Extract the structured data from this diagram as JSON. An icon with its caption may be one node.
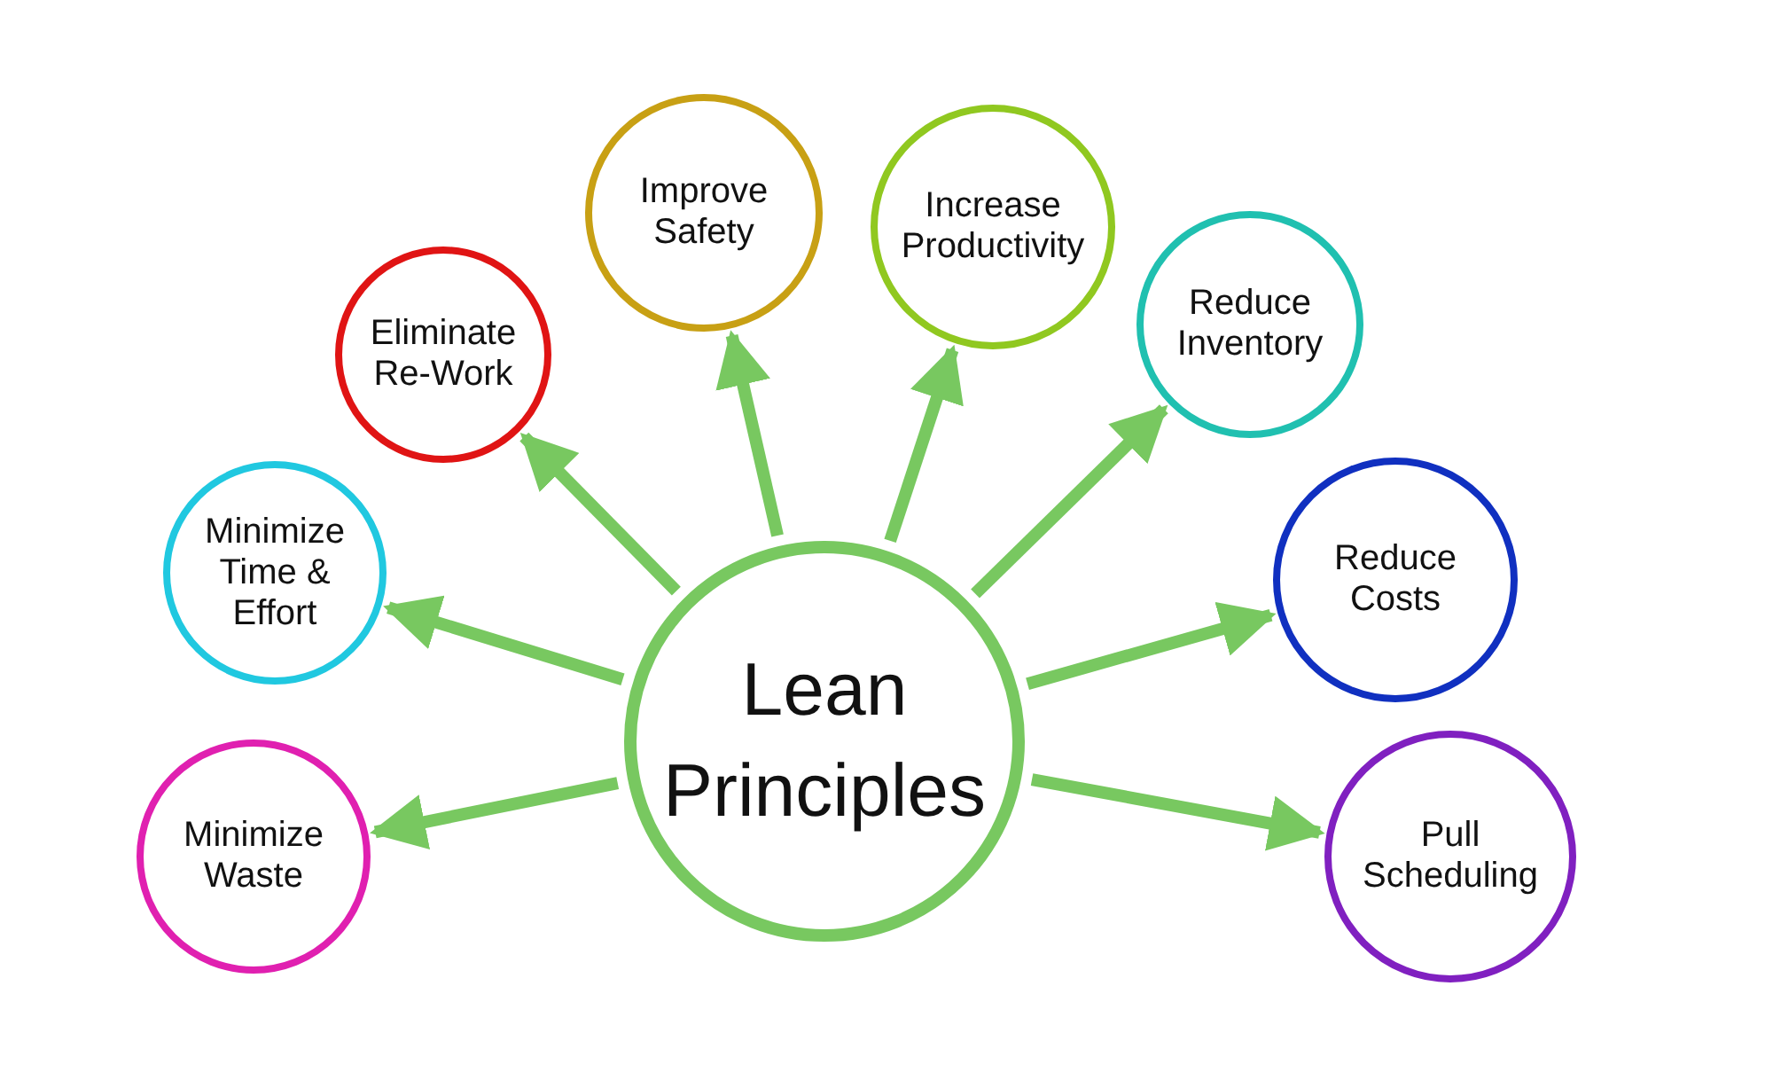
{
  "diagram": {
    "nodes": [
      {
        "text": [
          "Lean Principles"
        ]
      },
      {
        "text": [
          "Minimize Waste"
        ]
      },
      {
        "text": [
          "Minimize Time & Effort"
        ]
      },
      {
        "text": [
          "Eliminate Re-Work"
        ]
      },
      {
        "text": [
          "Improve Safety"
        ]
      },
      {
        "text": [
          "Increase Productivity"
        ]
      },
      {
        "text": [
          "Reduce Inventory"
        ]
      },
      {
        "text": [
          "Reduce Costs"
        ]
      },
      {
        "text": [
          "Pull Scheduling"
        ]
      }
    ],
    "edges": [
      {
        "from": 0,
        "to": 1,
        "arrow": "to"
      },
      {
        "from": 0,
        "to": 2,
        "arrow": "to"
      },
      {
        "from": 0,
        "to": 3,
        "arrow": "to"
      },
      {
        "from": 0,
        "to": 4,
        "arrow": "to"
      },
      {
        "from": 0,
        "to": 5,
        "arrow": "to"
      },
      {
        "from": 0,
        "to": 6,
        "arrow": "to"
      },
      {
        "from": 0,
        "to": 7,
        "arrow": "to"
      },
      {
        "from": 0,
        "to": 8,
        "arrow": "to"
      }
    ]
  }
}
